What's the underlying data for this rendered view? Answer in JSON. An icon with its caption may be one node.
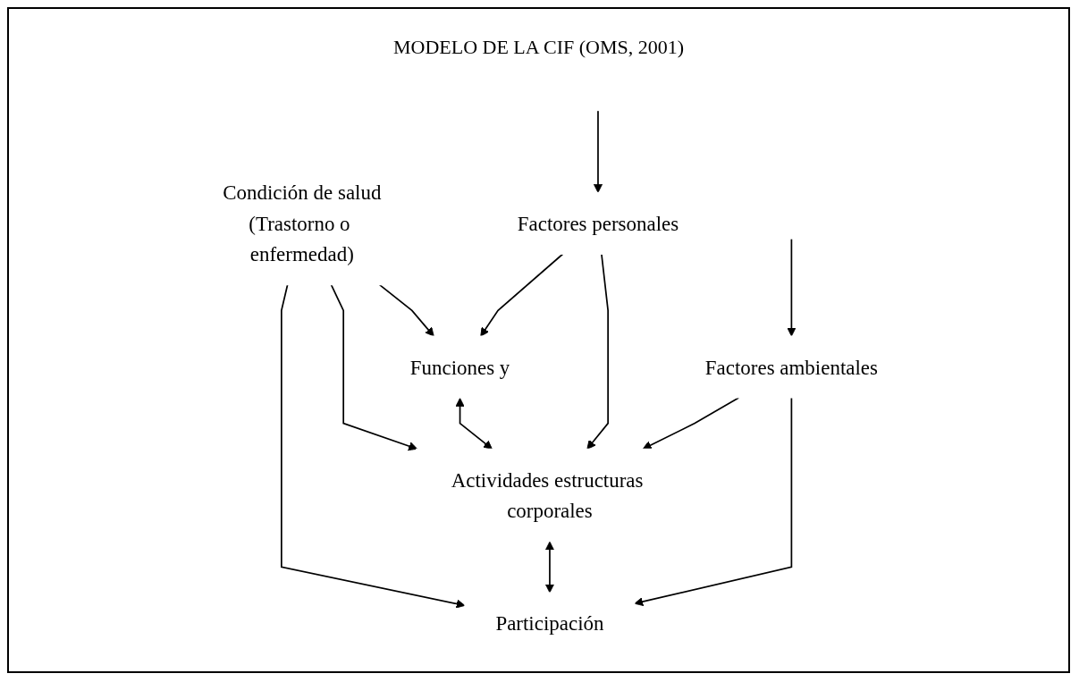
{
  "diagram": {
    "title": "MODELO DE LA CIF (OMS, 2001)",
    "nodes": [
      {
        "text": [
          "Condición de salud",
          "(Trastorno o enfermedad)"
        ]
      },
      {
        "text": [
          "Funciones y"
        ]
      },
      {
        "text": [
          "Actividades estructuras corporales"
        ]
      },
      {
        "text": [
          "Participación"
        ]
      },
      {
        "text": [
          "Factores personales"
        ]
      },
      {
        "text": [
          "Factores ambientales"
        ]
      }
    ],
    "edges": [
      {
        "from": 0,
        "to": 1,
        "arrow": "to"
      },
      {
        "from": 0,
        "to": 2,
        "arrow": "to"
      },
      {
        "from": 0,
        "to": 3,
        "arrow": "to"
      },
      {
        "from": 1,
        "to": 2,
        "arrow": "both"
      },
      {
        "from": 2,
        "to": 3,
        "arrow": "both"
      },
      {
        "from": 4,
        "to": 1,
        "arrow": "to"
      },
      {
        "from": 4,
        "to": 2,
        "arrow": "to"
      },
      {
        "from": 5,
        "to": 2,
        "arrow": "to"
      },
      {
        "from": 5,
        "to": 3,
        "arrow": "to"
      },
      {
        "from": null,
        "to": 4,
        "arrow": "to"
      },
      {
        "from": null,
        "to": 5,
        "arrow": "to"
      }
    ]
  }
}
